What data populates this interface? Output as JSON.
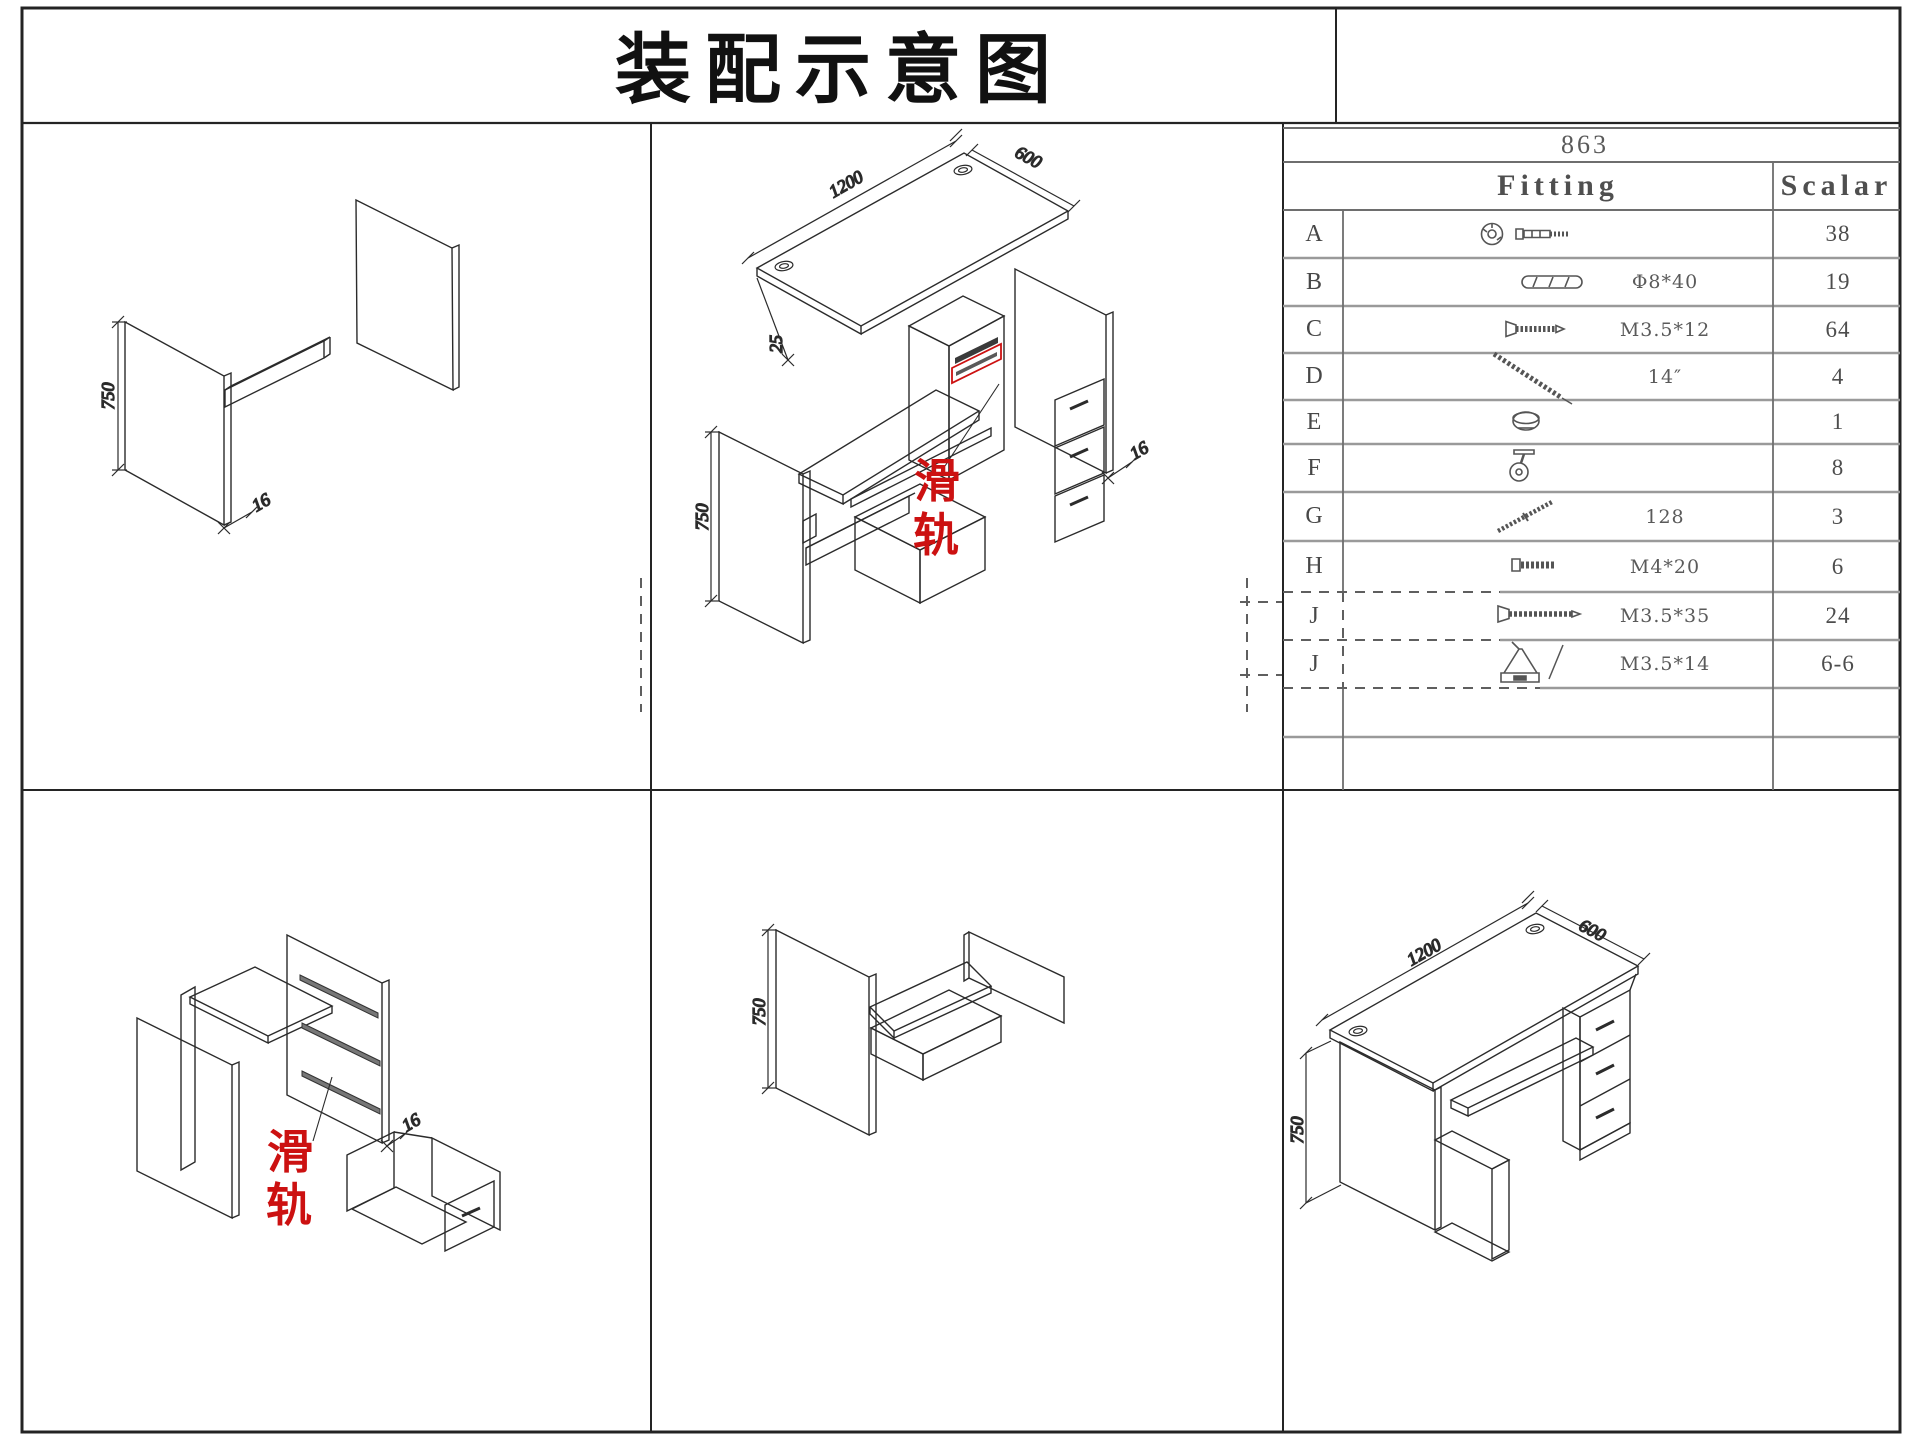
{
  "sheet": {
    "title": "装配示意图",
    "code": "863"
  },
  "table": {
    "headers": {
      "fitting": "Fitting",
      "scalar": "Scalar"
    },
    "rows": [
      {
        "label": "A",
        "icon": "cam-lock-and-bolt-icon",
        "spec": "",
        "qty": "38"
      },
      {
        "label": "B",
        "icon": "wood-dowel-icon",
        "spec": "Φ8*40",
        "qty": "19"
      },
      {
        "label": "C",
        "icon": "coarse-screw-icon",
        "spec": "M3.5*12",
        "qty": "64"
      },
      {
        "label": "D",
        "icon": "threaded-rod-icon",
        "spec": "14″",
        "qty": "4"
      },
      {
        "label": "E",
        "icon": "round-cap-icon",
        "spec": "",
        "qty": "1"
      },
      {
        "label": "F",
        "icon": "caster-wheel-icon",
        "spec": "",
        "qty": "8"
      },
      {
        "label": "G",
        "icon": "dowel-screw-icon",
        "spec": "128",
        "qty": "3"
      },
      {
        "label": "H",
        "icon": "machine-bolt-icon",
        "spec": "M4*20",
        "qty": "6"
      },
      {
        "label": "J",
        "icon": "long-screw-icon",
        "spec": "M3.5*35",
        "qty": "24"
      },
      {
        "label": "J",
        "icon": "foot-pad-icon",
        "spec": "M3.5*14",
        "qty": "6-6"
      }
    ]
  },
  "panels": {
    "top_left": {
      "dim_height": "750",
      "dim_thickness": "16"
    },
    "top_mid": {
      "dim_width": "1200",
      "dim_depth": "600",
      "dim_top_thickness": "25",
      "dim_height": "750",
      "dim_thickness": "16",
      "label_line1": "滑",
      "label_line2": "轨"
    },
    "bottom_left": {
      "dim_thickness": "16",
      "label_line1": "滑",
      "label_line2": "轨"
    },
    "bottom_mid": {
      "dim_height": "750"
    },
    "bottom_right": {
      "dim_width": "1200",
      "dim_depth": "600",
      "dim_height": "750"
    }
  },
  "colors": {
    "accent_red": "#cc1111",
    "line": "#2b2b2b",
    "grid_gray": "#9a9a9a"
  }
}
